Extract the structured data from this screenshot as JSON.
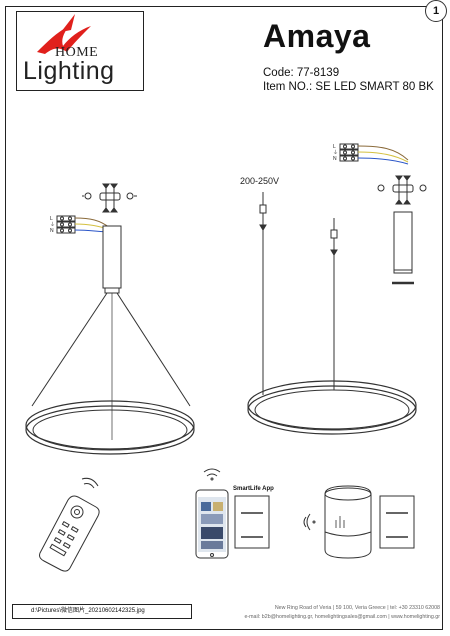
{
  "header": {
    "logo_home": "HOME",
    "logo_lighting": "Lighting",
    "page_number": "1",
    "product_name": "Amaya",
    "code_line": "Code: 77-8139",
    "item_line": "Item NO.:  SE LED SMART 80 BK"
  },
  "diagram": {
    "voltage_label": "200-250V",
    "terminal_labels": [
      "L",
      "N"
    ],
    "app_label": "SmartLife App"
  },
  "footer": {
    "file_path": "d:\\Pictures\\微信图片_20210602142325.jpg",
    "address": "New Ring Road of Veria | 59 100, Veria Greece | tel: +30 23310 62008",
    "email": "e-mail: b2b@homelighting.gr, homelightingsales@gmail.com | www.homelighting.gr"
  },
  "colors": {
    "logo_red": "#e0201c",
    "wire_brown": "#8a6a3a",
    "wire_yellow": "#d4c040",
    "wire_blue": "#2a55c8"
  }
}
